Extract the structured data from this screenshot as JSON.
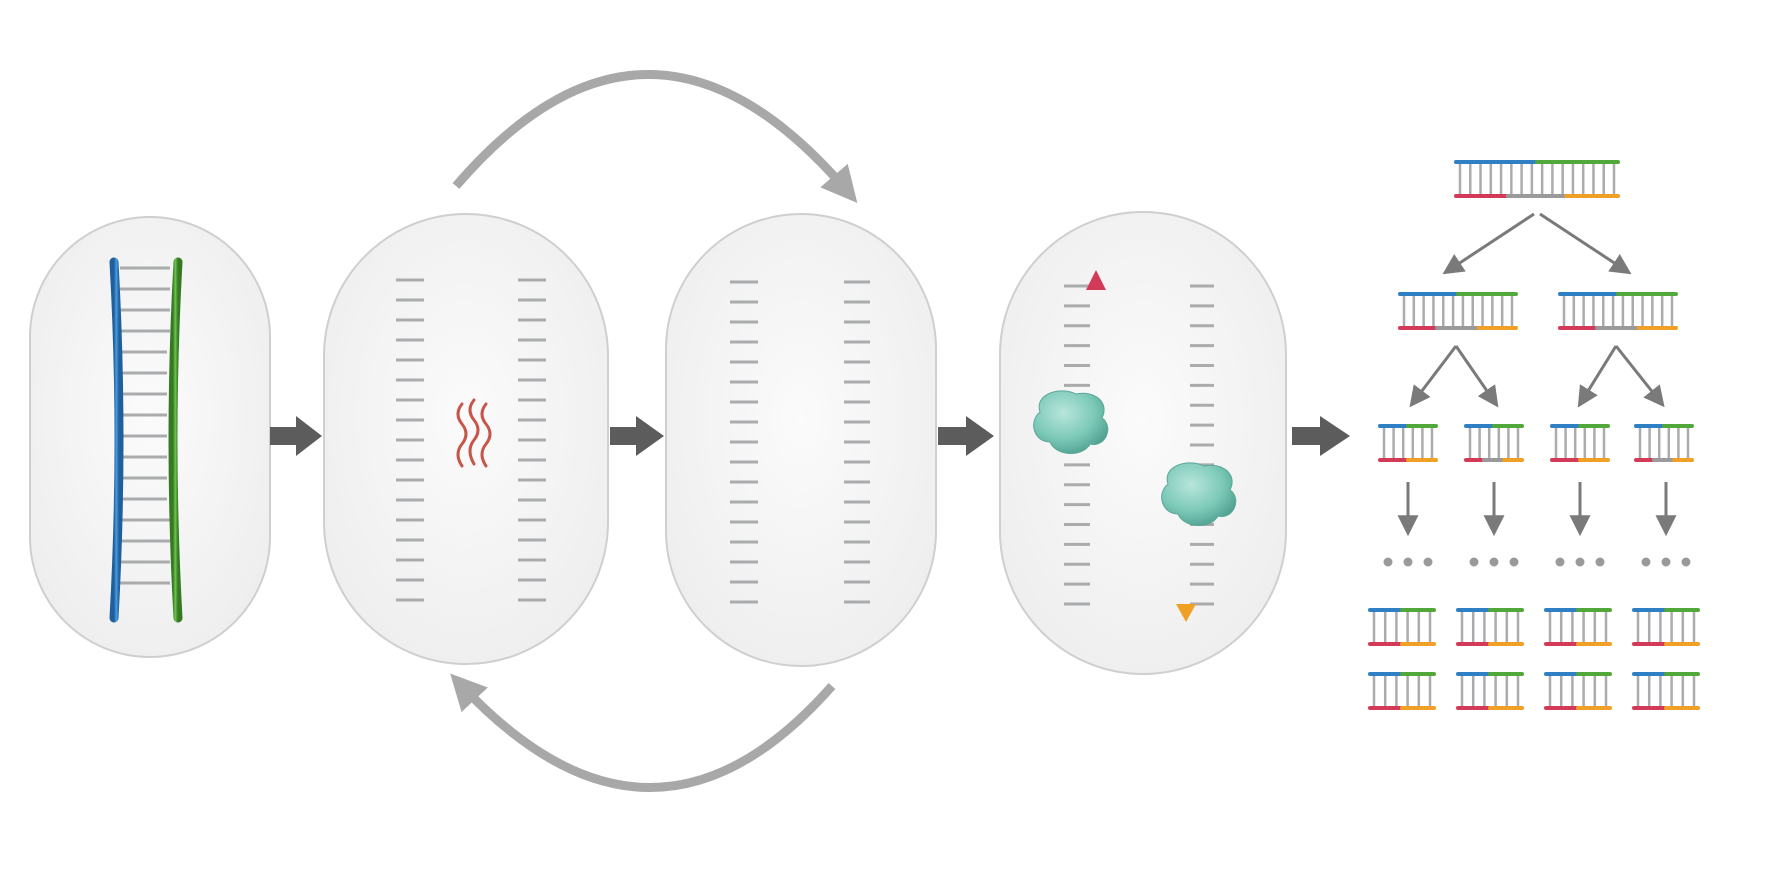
{
  "diagram": {
    "stages": [
      {
        "id": "double-stranded-dna"
      },
      {
        "id": "denaturation"
      },
      {
        "id": "primer-annealing"
      },
      {
        "id": "extension"
      }
    ],
    "colors": {
      "template_strand_a": "#2f7fc4",
      "template_strand_b": "#52a83a",
      "primer_forward": "#d23a57",
      "primer_reverse": "#f0a024",
      "polymerase": "#7cc9b8",
      "heat": "#c0392b",
      "base_pair": "#a9abad",
      "capsule_fill": "#f4f4f4",
      "capsule_border": "#cfcfcf",
      "arrow": "#5c5c5c",
      "cycle_arrow": "#a8a8a8"
    },
    "icons": [
      "heat-icon",
      "polymerase-icon",
      "cycle-arrow-icon",
      "flow-arrow-icon"
    ]
  }
}
